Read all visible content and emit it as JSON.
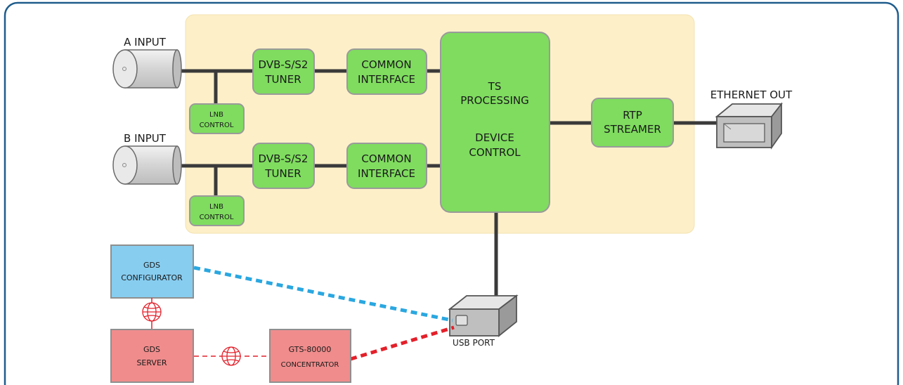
{
  "inputs": {
    "a_label": "A INPUT",
    "b_label": "B INPUT"
  },
  "blocks": {
    "tuner_line1": "DVB-S/S2",
    "tuner_line2": "TUNER",
    "ci_line1": "COMMON",
    "ci_line2": "INTERFACE",
    "lnb_line1": "LNB",
    "lnb_line2": "CONTROL",
    "ts_line1": "TS",
    "ts_line2": "PROCESSING",
    "dc_line1": "DEVICE",
    "dc_line2": "CONTROL",
    "rtp_line1": "RTP",
    "rtp_line2": "STREAMER"
  },
  "outputs": {
    "ethernet_label": "ETHERNET OUT",
    "usb_label": "USB PORT"
  },
  "external": {
    "configurator_line1": "GDS",
    "configurator_line2": "CONFIGURATOR",
    "server_line1": "GDS",
    "server_line2": "SERVER",
    "concentrator_line1": "GTS-80000",
    "concentrator_line2": "CONCENTRATOR"
  },
  "colors": {
    "frame_border": "#1f5c8c",
    "panel_fill": "#fdf0c8",
    "green_block": "#7fdc5f",
    "block_border": "#9a9a9a",
    "blue_box": "#87cdf0",
    "red_box": "#f08c8c",
    "blue_link": "#2aa7e0",
    "red_link": "#e3202a",
    "wire": "#3a3a3a"
  }
}
